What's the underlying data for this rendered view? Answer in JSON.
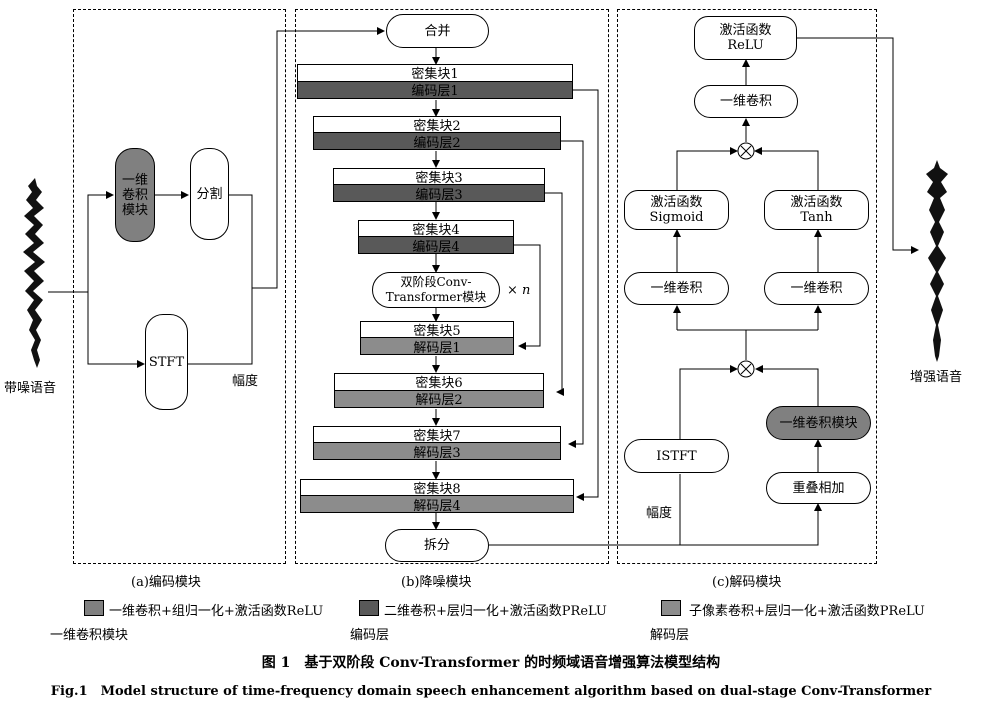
{
  "panels": {
    "encoder_title": "(a)编码模块",
    "denoise_title": "(b)降噪模块",
    "decoder_title": "(c)解码模块"
  },
  "encoder": {
    "input_label": "带噪语音",
    "conv_module": "一维\n卷积\n模块",
    "split": "分割",
    "stft": "STFT",
    "magnitude": "幅度"
  },
  "denoise": {
    "merge": "合并",
    "split": "拆分",
    "transformer": "双阶段Conv-\nTransformer模块",
    "repeat": "× n",
    "blocks": [
      {
        "dense": "密集块1",
        "layer": "编码层1",
        "kind": "enc"
      },
      {
        "dense": "密集块2",
        "layer": "编码层2",
        "kind": "enc"
      },
      {
        "dense": "密集块3",
        "layer": "编码层3",
        "kind": "enc"
      },
      {
        "dense": "密集块4",
        "layer": "编码层4",
        "kind": "enc"
      },
      {
        "dense": "密集块5",
        "layer": "解码层1",
        "kind": "dec"
      },
      {
        "dense": "密集块6",
        "layer": "解码层2",
        "kind": "dec"
      },
      {
        "dense": "密集块7",
        "layer": "解码层3",
        "kind": "dec"
      },
      {
        "dense": "密集块8",
        "layer": "解码层4",
        "kind": "dec"
      }
    ]
  },
  "decoder": {
    "relu": "激活函数\nReLU",
    "conv_top": "一维卷积",
    "sigmoid": "激活函数\nSigmoid",
    "tanh": "激活函数\nTanh",
    "conv_left": "一维卷积",
    "conv_right": "一维卷积",
    "istft": "ISTFT",
    "magnitude": "幅度",
    "conv_module": "一维卷积模块",
    "overlap_add": "重叠相加",
    "output_label": "增强语音"
  },
  "legend": {
    "item1_text": "一维卷积+组归一化+激活函数ReLU",
    "item1_name": "一维卷积模块",
    "item2_text": "二维卷积+层归一化+激活函数PReLU",
    "item2_name": "编码层",
    "item3_text": "子像素卷积+层归一化+激活函数PReLU",
    "item3_name": "解码层"
  },
  "caption": {
    "zh": "图 1　基于双阶段 Conv-Transformer 的时频域语音增强算法模型结构",
    "en": "Fig.1　Model structure of time-frequency domain speech enhancement algorithm based on dual-stage Conv-Transformer"
  },
  "colors": {
    "conv_module": "#808080",
    "encoder_layer": "#595959",
    "decoder_layer": "#8c8c8c"
  }
}
